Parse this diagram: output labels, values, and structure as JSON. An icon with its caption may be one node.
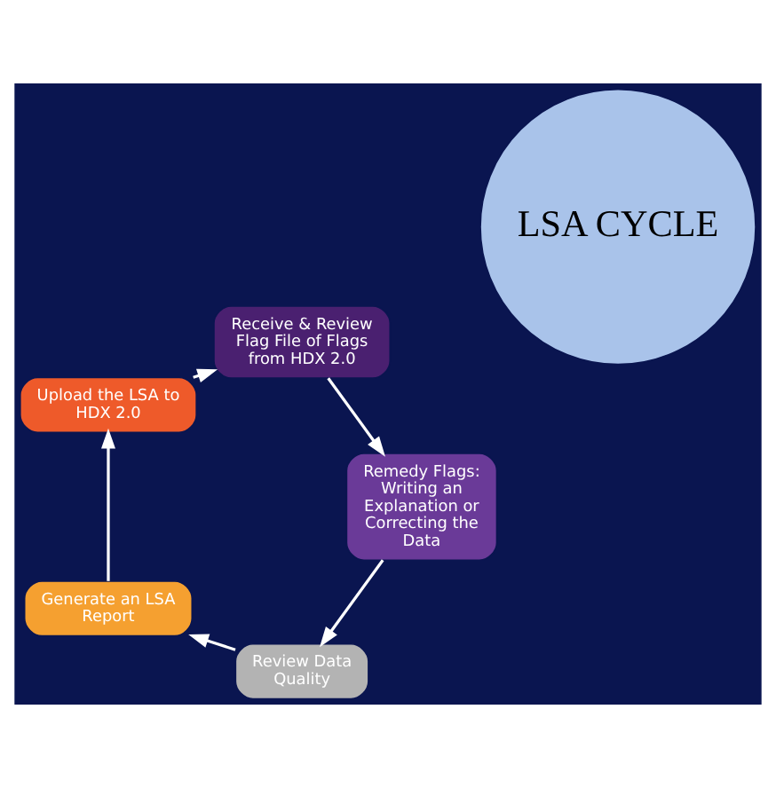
{
  "diagram": {
    "nodes": [
      {
        "text": [
          "LSA CYCLE"
        ]
      },
      {
        "text": [
          "Review Data Quality"
        ]
      },
      {
        "text": [
          "Generate an LSA Report"
        ]
      },
      {
        "text": [
          "Upload the LSA to HDX 2.0"
        ]
      },
      {
        "text": [
          "Receive & Review Flag File of Flags from HDX 2.0"
        ]
      },
      {
        "text": [
          "Remedy Flags: Writing an Explanation or Correcting the Data"
        ]
      }
    ],
    "edges": [
      {
        "from": 1,
        "to": 2,
        "arrow": "to"
      },
      {
        "from": 2,
        "to": 3,
        "arrow": "to"
      },
      {
        "from": 3,
        "to": 4,
        "arrow": "to"
      },
      {
        "from": 4,
        "to": 5,
        "arrow": "to"
      },
      {
        "from": 5,
        "to": 1,
        "arrow": "to"
      }
    ]
  }
}
